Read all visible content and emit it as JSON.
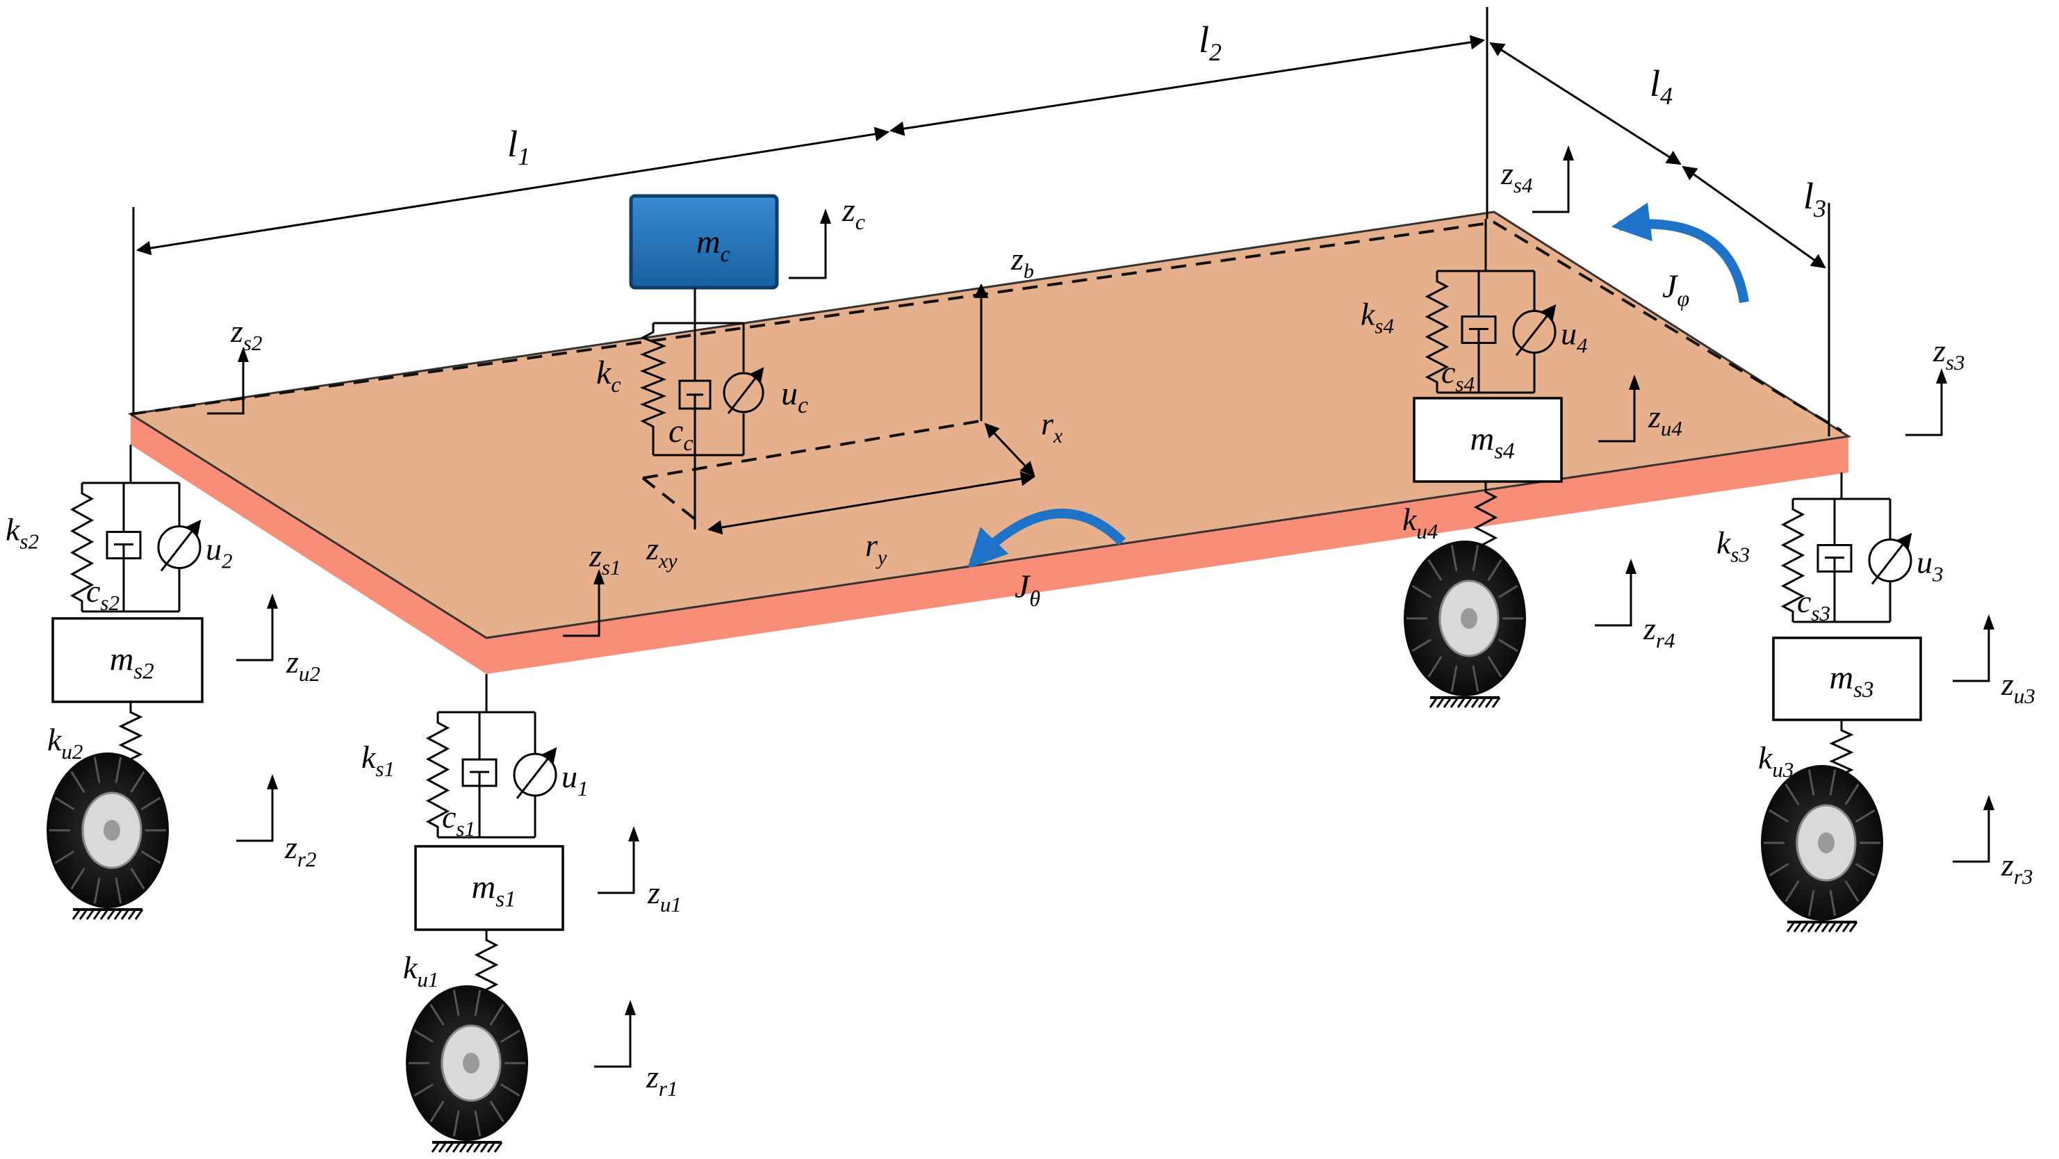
{
  "colors": {
    "platform_top": "#E7B08C",
    "platform_edge": "#F98E78",
    "mass_c": "#1F6FB8",
    "rotation_arrow": "#1E73C8",
    "line": "#000000"
  },
  "icons": [
    "tire-icon",
    "spring-icon",
    "damper-icon",
    "actuator-icon",
    "ground-hatch-icon",
    "rotation-arrow-icon"
  ],
  "labels": {
    "l1": "l",
    "l1_sub": "1",
    "l2": "l",
    "l2_sub": "2",
    "l3": "l",
    "l3_sub": "3",
    "l4": "l",
    "l4_sub": "4",
    "mc": "m",
    "mc_sub": "c",
    "zc": "z",
    "zc_sub": "c",
    "zb": "z",
    "zb_sub": "b",
    "kc": "k",
    "kc_sub": "c",
    "cc": "c",
    "cc_sub": "c",
    "uc": "u",
    "uc_sub": "c",
    "rx": "r",
    "rx_sub": "x",
    "ry": "r",
    "ry_sub": "y",
    "zxy": "z",
    "zxy_sub": "xy",
    "j_theta": "J",
    "j_theta_sub": "θ",
    "j_phi": "J",
    "j_phi_sub": "φ"
  },
  "wheels": [
    {
      "id": "1",
      "zs": "z",
      "zs_sub": "s1",
      "ks": "k",
      "ks_sub": "s1",
      "cs": "c",
      "cs_sub": "s1",
      "u": "u",
      "u_sub": "1",
      "ms": "m",
      "ms_sub": "s1",
      "zu": "z",
      "zu_sub": "u1",
      "ku": "k",
      "ku_sub": "u1",
      "zr": "z",
      "zr_sub": "r1"
    },
    {
      "id": "2",
      "zs": "z",
      "zs_sub": "s2",
      "ks": "k",
      "ks_sub": "s2",
      "cs": "c",
      "cs_sub": "s2",
      "u": "u",
      "u_sub": "2",
      "ms": "m",
      "ms_sub": "s2",
      "zu": "z",
      "zu_sub": "u2",
      "ku": "k",
      "ku_sub": "u2",
      "zr": "z",
      "zr_sub": "r2"
    },
    {
      "id": "3",
      "zs": "z",
      "zs_sub": "s3",
      "ks": "k",
      "ks_sub": "s3",
      "cs": "c",
      "cs_sub": "s3",
      "u": "u",
      "u_sub": "3",
      "ms": "m",
      "ms_sub": "s3",
      "zu": "z",
      "zu_sub": "u3",
      "ku": "k",
      "ku_sub": "u3",
      "zr": "z",
      "zr_sub": "r3"
    },
    {
      "id": "4",
      "zs": "z",
      "zs_sub": "s4",
      "ks": "k",
      "ks_sub": "s4",
      "cs": "c",
      "cs_sub": "s4",
      "u": "u",
      "u_sub": "4",
      "ms": "m",
      "ms_sub": "s4",
      "zu": "z",
      "zu_sub": "u4",
      "ku": "k",
      "ku_sub": "u4",
      "zr": "z",
      "zr_sub": "r4"
    }
  ]
}
